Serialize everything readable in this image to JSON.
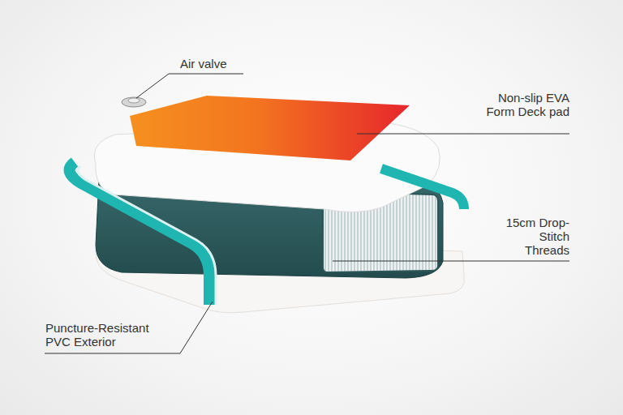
{
  "diagram": {
    "labels": [
      "Air valve",
      "Non-slip EVA Form Deck pad",
      "15cm Drop-Stitch Threads",
      "Puncture-Resistant PVC Exterior"
    ]
  }
}
